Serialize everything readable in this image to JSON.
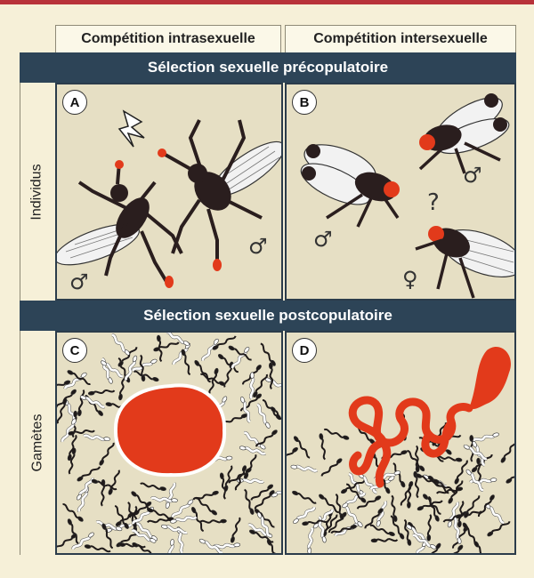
{
  "columns": {
    "intra": "Compétition intrasexuelle",
    "inter": "Compétition intersexuelle"
  },
  "bands": {
    "pre": "Sélection sexuelle précopulatoire",
    "post": "Sélection sexuelle postcopulatoire"
  },
  "rows": {
    "individus": "Individus",
    "gametes": "Gamètes"
  },
  "panels": {
    "a": "A",
    "b": "B",
    "c": "C",
    "d": "D"
  },
  "symbols": {
    "male": "♂",
    "female": "♀",
    "question": "?"
  },
  "colors": {
    "accent_red": "#e23a1b",
    "band": "#2d4457",
    "panel_bg": "#e6dfc4",
    "top_stripe": "#b8323a"
  }
}
